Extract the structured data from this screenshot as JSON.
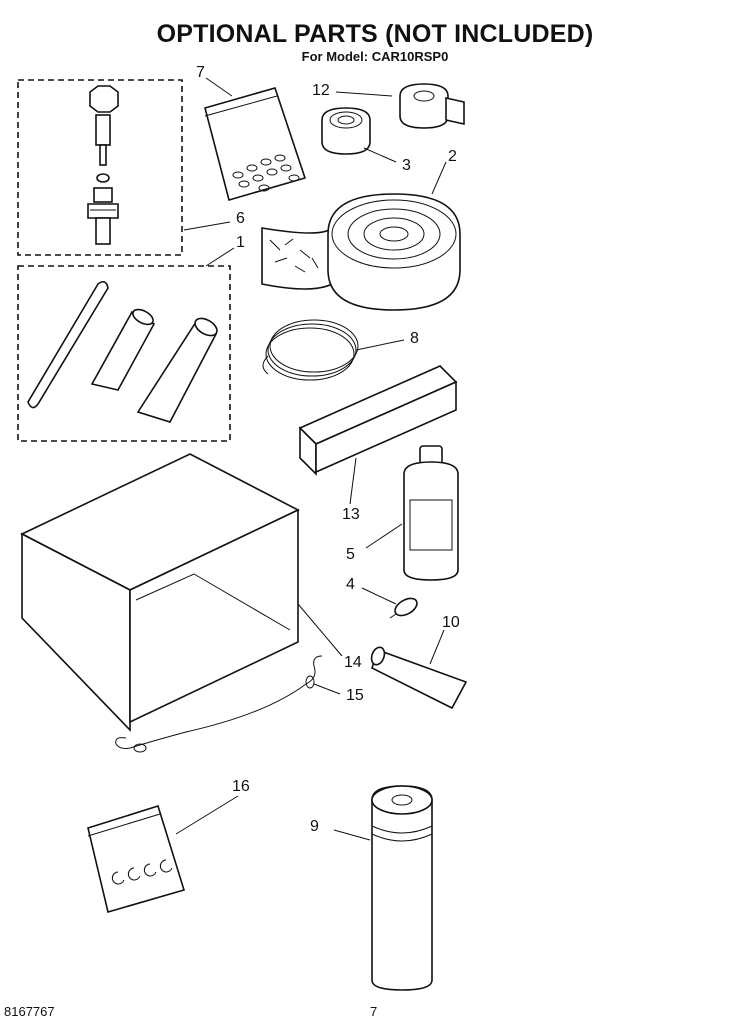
{
  "header": {
    "title": "OPTIONAL PARTS (NOT INCLUDED)",
    "subtitle": "For Model: CAR10RSP0"
  },
  "callouts": {
    "c1": "1",
    "c2": "2",
    "c3": "3",
    "c4": "4",
    "c5": "5",
    "c6": "6",
    "c7": "7",
    "c8": "8",
    "c9": "9",
    "c10": "10",
    "c12": "12",
    "c13": "13",
    "c14": "14",
    "c15": "15",
    "c16": "16"
  },
  "footer": {
    "doc_number": "8167767",
    "page_number": "7"
  }
}
